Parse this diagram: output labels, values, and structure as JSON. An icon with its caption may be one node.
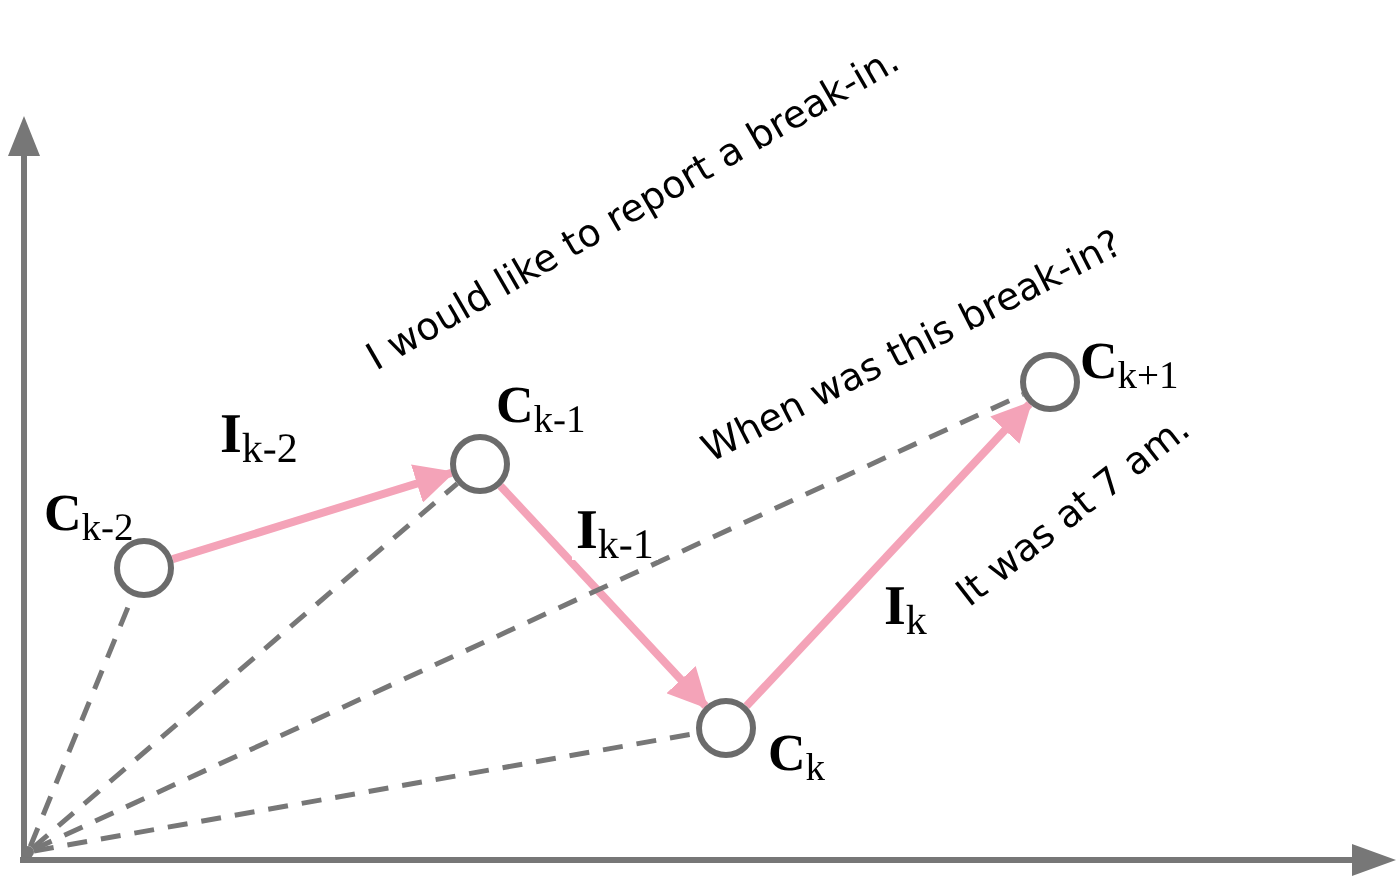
{
  "diagram": {
    "nodes": [
      {
        "text": [],
        "shape": "circle",
        "beside": [
          "**C**$_{k-2}$"
        ]
      },
      {
        "text": [],
        "shape": "circle",
        "beside": [
          "**C**$_{k-1}$"
        ]
      },
      {
        "text": [],
        "shape": "circle",
        "beside": [
          "**C**$_{k}$"
        ]
      },
      {
        "text": [],
        "shape": "circle",
        "beside": [
          "**C**$_{k+1}$"
        ]
      },
      {
        "text": [],
        "shape": "point"
      }
    ],
    "edges": [
      {
        "from": 0,
        "to": 1,
        "arrow": "to",
        "label": "**I**$_{k-2}$",
        "color": "#f4a3b8"
      },
      {
        "from": 1,
        "to": 2,
        "arrow": "to",
        "label": "**I**$_{k-1}$",
        "color": "#f4a3b8"
      },
      {
        "from": 2,
        "to": 3,
        "arrow": "to",
        "label": "**I**$_{k}$",
        "color": "#f4a3b8"
      },
      {
        "from": 4,
        "to": 0,
        "arrow": "none",
        "style": "dashed"
      },
      {
        "from": 4,
        "to": 1,
        "arrow": "none",
        "style": "dashed"
      },
      {
        "from": 4,
        "to": 2,
        "arrow": "none",
        "style": "dashed"
      },
      {
        "from": 4,
        "to": 3,
        "arrow": "none",
        "style": "dashed"
      }
    ],
    "labels": [
      "I would like to report a break-in.",
      "When was this break-in?",
      "It was at 7 am."
    ]
  }
}
